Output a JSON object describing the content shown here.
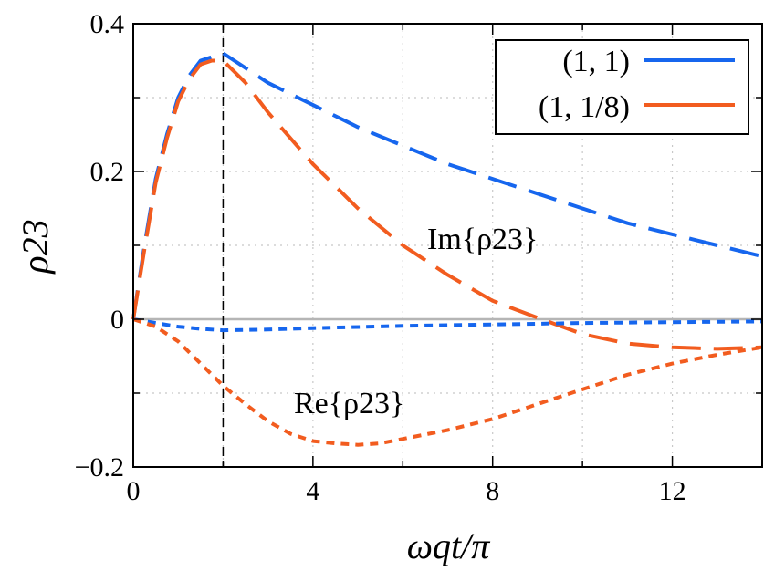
{
  "chart_data": {
    "type": "line",
    "xlabel": "ωqt/π",
    "ylabel": "ρ23",
    "xlim": [
      0,
      14
    ],
    "ylim": [
      -0.2,
      0.4
    ],
    "x_ticks": [
      0,
      4,
      8,
      12
    ],
    "x_tick_labels": [
      "0",
      "4",
      "8",
      "12"
    ],
    "y_ticks": [
      -0.2,
      0,
      0.2,
      0.4
    ],
    "y_tick_labels": [
      "−0.2",
      "0",
      "0.2",
      "0.4"
    ],
    "grid": "dotted",
    "legend_position": "top-right",
    "vertical_marker_x": 2,
    "zero_line": 0,
    "annotations": [
      {
        "text": "Im{ρ23}",
        "x": 6.6,
        "y": 0.2
      },
      {
        "text": "Re{ρ23}",
        "x": 3.55,
        "y": -0.22
      }
    ],
    "legend": [
      {
        "label": "(1, 1)",
        "color": "#1666ee"
      },
      {
        "label": "(1, 1/8)",
        "color": "#f25c1f"
      }
    ],
    "series": [
      {
        "name": "(1, 1)",
        "part": "Im",
        "color": "#1666ee",
        "style": "long-dash",
        "x": [
          0,
          0.25,
          0.5,
          0.75,
          1.0,
          1.25,
          1.5,
          1.75,
          2.0,
          2.5,
          3,
          4,
          5,
          6,
          7,
          8,
          9,
          10,
          11,
          12,
          13,
          14
        ],
        "y": [
          0,
          0.1,
          0.19,
          0.25,
          0.3,
          0.33,
          0.35,
          0.355,
          0.36,
          0.34,
          0.32,
          0.29,
          0.26,
          0.235,
          0.21,
          0.19,
          0.17,
          0.15,
          0.13,
          0.115,
          0.1,
          0.085
        ]
      },
      {
        "name": "(1, 1/8)",
        "part": "Im",
        "color": "#f25c1f",
        "style": "long-dash",
        "x": [
          0,
          0.25,
          0.5,
          0.75,
          1.0,
          1.25,
          1.5,
          1.75,
          2.0,
          2.5,
          3,
          4,
          5,
          6,
          7,
          8,
          9,
          10,
          11,
          12,
          13,
          14
        ],
        "y": [
          0,
          0.095,
          0.185,
          0.245,
          0.295,
          0.325,
          0.345,
          0.35,
          0.35,
          0.32,
          0.28,
          0.21,
          0.15,
          0.1,
          0.06,
          0.025,
          0.002,
          -0.02,
          -0.033,
          -0.038,
          -0.04,
          -0.038
        ]
      },
      {
        "name": "(1, 1)",
        "part": "Re",
        "color": "#1666ee",
        "style": "short-dash",
        "x": [
          0,
          0.5,
          1,
          1.5,
          2,
          3,
          4,
          6,
          8,
          10,
          12,
          14
        ],
        "y": [
          0,
          -0.005,
          -0.01,
          -0.013,
          -0.015,
          -0.014,
          -0.012,
          -0.009,
          -0.007,
          -0.005,
          -0.004,
          -0.003
        ]
      },
      {
        "name": "(1, 1/8)",
        "part": "Re",
        "color": "#f25c1f",
        "style": "short-dash",
        "x": [
          0,
          0.5,
          1,
          1.5,
          2,
          2.5,
          3,
          3.5,
          4,
          4.5,
          5,
          5.5,
          6,
          7,
          8,
          9,
          10,
          11,
          12,
          13,
          14
        ],
        "y": [
          0,
          -0.01,
          -0.03,
          -0.06,
          -0.09,
          -0.115,
          -0.138,
          -0.155,
          -0.165,
          -0.168,
          -0.17,
          -0.168,
          -0.162,
          -0.15,
          -0.135,
          -0.115,
          -0.095,
          -0.075,
          -0.06,
          -0.048,
          -0.038
        ]
      }
    ]
  }
}
